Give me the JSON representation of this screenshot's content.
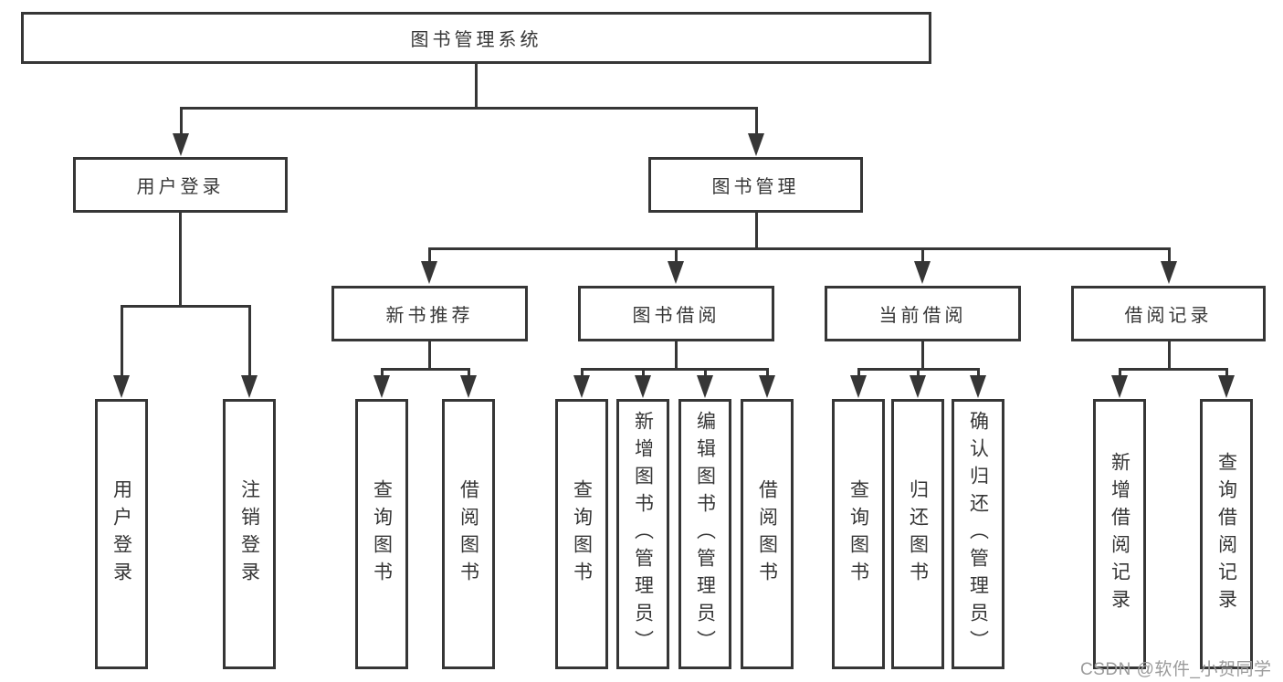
{
  "root": {
    "label": "图书管理系统"
  },
  "branches": {
    "user": {
      "label": "用户登录",
      "children": [
        "用户登录",
        "注销登录"
      ]
    },
    "book": {
      "label": "图书管理"
    }
  },
  "modules": [
    {
      "label": "新书推荐",
      "children": [
        "查询图书",
        "借阅图书"
      ]
    },
    {
      "label": "图书借阅",
      "children": [
        "查询图书",
        "新增图书（管理员）",
        "编辑图书（管理员）",
        "借阅图书"
      ]
    },
    {
      "label": "当前借阅",
      "children": [
        "查询图书",
        "归还图书",
        "确认归还（管理员）"
      ]
    },
    {
      "label": "借阅记录",
      "children": [
        "新增借阅记录",
        "查询借阅记录"
      ]
    }
  ],
  "watermark": "CSDN @软件_小贺同学",
  "colors": {
    "line": "#363636",
    "text": "#363636",
    "background": "#ffffff",
    "watermark": "#9b9b9b"
  }
}
